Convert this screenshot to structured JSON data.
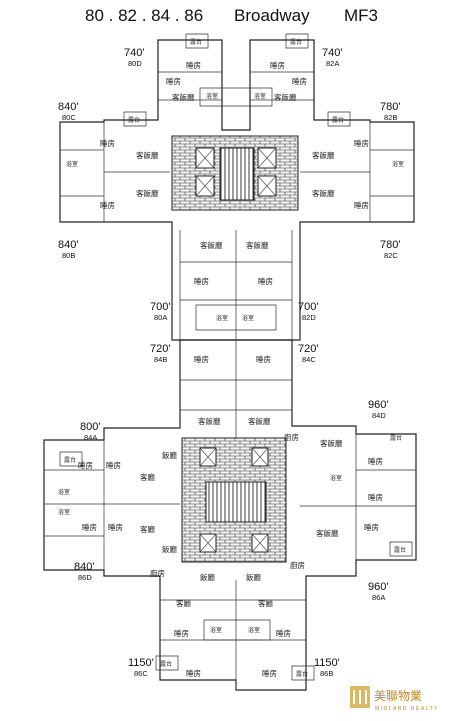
{
  "header": {
    "numbers": "80 . 82 . 84 . 86",
    "building": "Broadway",
    "floor": "MF3"
  },
  "units": [
    {
      "area": "740'",
      "code": "80D"
    },
    {
      "area": "740'",
      "code": "82A"
    },
    {
      "area": "840'",
      "code": "80C"
    },
    {
      "area": "780'",
      "code": "82B"
    },
    {
      "area": "840'",
      "code": "80B"
    },
    {
      "area": "780'",
      "code": "82C"
    },
    {
      "area": "700'",
      "code": "80A"
    },
    {
      "area": "700'",
      "code": "82D"
    },
    {
      "area": "720'",
      "code": "84B"
    },
    {
      "area": "720'",
      "code": "84C"
    },
    {
      "area": "960'",
      "code": "84D"
    },
    {
      "area": "800'",
      "code": "84A"
    },
    {
      "area": "840'",
      "code": "86D"
    },
    {
      "area": "960'",
      "code": "86A"
    },
    {
      "area": "1150'",
      "code": "86C"
    },
    {
      "area": "1150'",
      "code": "86B"
    }
  ],
  "rooms": {
    "bedroom": "睡房",
    "living": "客廳",
    "living_dining": "客飯廳",
    "dining": "飯廳",
    "kitchen": "廚房",
    "bathroom": "浴室",
    "balcony": "露台"
  },
  "logo": {
    "name_cn": "美聯物業",
    "name_en": "MIDLAND REALTY"
  }
}
